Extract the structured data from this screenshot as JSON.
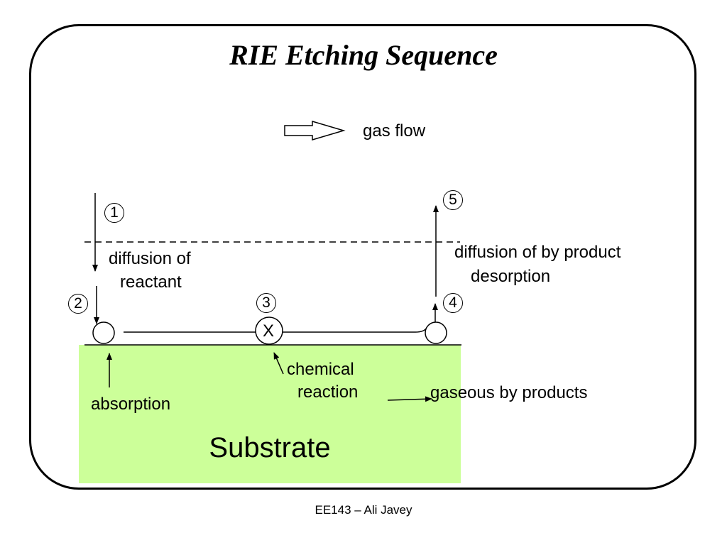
{
  "title": "RIE Etching Sequence",
  "legend": {
    "gas_flow": "gas flow"
  },
  "steps": [
    "1",
    "2",
    "3",
    "4",
    "5"
  ],
  "reaction_mark": "X",
  "labels": {
    "diffusion_reactant_1": "diffusion of",
    "diffusion_reactant_2": "reactant",
    "diffusion_product_1": "diffusion of by product",
    "diffusion_product_2": "desorption",
    "chemical_1": "chemical",
    "chemical_2": "reaction",
    "gaseous": "gaseous by products",
    "absorption": "absorption"
  },
  "substrate": {
    "label": "Substrate",
    "color": "#ccff99"
  },
  "footer": "EE143 – Ali Javey"
}
